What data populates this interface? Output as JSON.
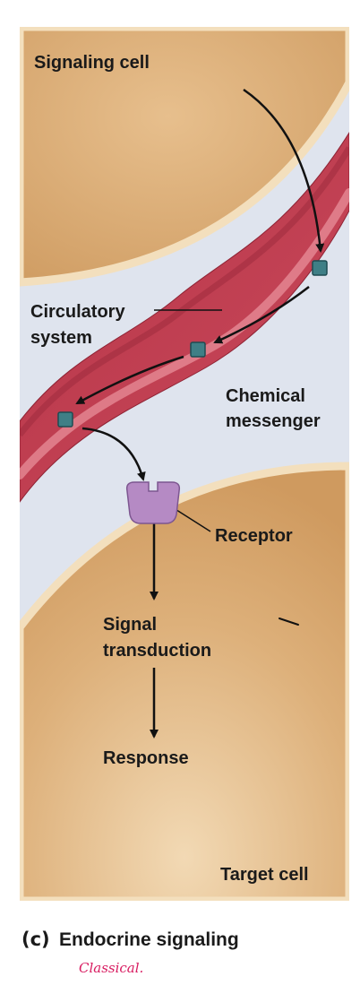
{
  "labels": {
    "signaling_cell": "Signaling cell",
    "circulatory_line1": "Circulatory",
    "circulatory_line2": "system",
    "chemical_line1": "Chemical",
    "chemical_line2": "messenger",
    "receptor": "Receptor",
    "signal_line1": "Signal",
    "signal_line2": "transduction",
    "response": "Response",
    "target_cell": "Target cell"
  },
  "caption": {
    "letter": "(c)",
    "title": "Endocrine signaling"
  },
  "handwritten_note": "Classical.",
  "colors": {
    "background": "#dfe4ee",
    "cell_fill": "#dcae78",
    "cell_membrane": "#f3dfbd",
    "vessel": "#c13d4f",
    "vessel_highlight": "#e88f99",
    "messenger": "#3f7f86",
    "receptor": "#b58ac4",
    "note_ink": "#d81b60"
  },
  "icons": {
    "messenger": "square-molecule-icon",
    "receptor": "receptor-protein-icon",
    "arrow": "arrow-icon"
  }
}
